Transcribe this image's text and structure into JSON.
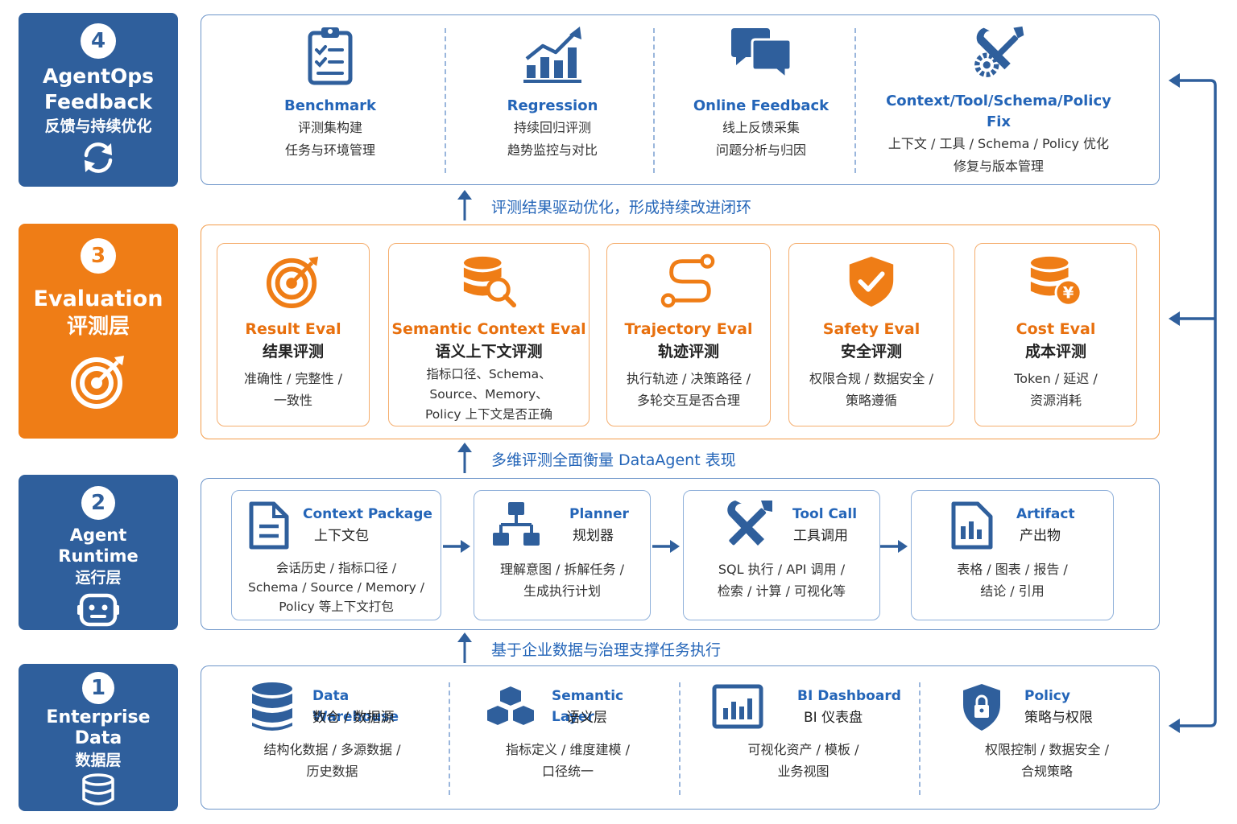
{
  "layers": {
    "l4": {
      "num": "4",
      "title_en_1": "AgentOps",
      "title_en_2": "Feedback",
      "title_zh": "反馈与持续优化"
    },
    "l3": {
      "num": "3",
      "title_en": "Evaluation",
      "title_zh": "评测层"
    },
    "l2": {
      "num": "2",
      "title_en_1": "Agent",
      "title_en_2": "Runtime",
      "title_zh": "运行层"
    },
    "l1": {
      "num": "1",
      "title_en_1": "Enterprise",
      "title_en_2": "Data",
      "title_zh": "数据层"
    }
  },
  "feedback": [
    {
      "title": "Benchmark",
      "line1": "评测集构建",
      "line2": "任务与环境管理"
    },
    {
      "title": "Regression",
      "line1": "持续回归评测",
      "line2": "趋势监控与对比"
    },
    {
      "title": "Online Feedback",
      "line1": "线上反馈采集",
      "line2": "问题分析与归因"
    },
    {
      "title": "Context/Tool/Schema/Policy Fix",
      "line1": "上下文 / 工具 / Schema / Policy 优化",
      "line2": "修复与版本管理"
    }
  ],
  "captions": {
    "c1": "评测结果驱动优化，形成持续改进闭环",
    "c2": "多维评测全面衡量 DataAgent 表现",
    "c3": "基于企业数据与治理支撑任务执行"
  },
  "evaluation": [
    {
      "title": "Result Eval",
      "zh": "结果评测",
      "line1": "准确性 / 完整性 /",
      "line2": "一致性"
    },
    {
      "title": "Semantic Context Eval",
      "zh": "语义上下文评测",
      "line1": "指标口径、Schema、",
      "line2": "Source、Memory、",
      "line3": "Policy 上下文是否正确"
    },
    {
      "title": "Trajectory Eval",
      "zh": "轨迹评测",
      "line1": "执行轨迹 / 决策路径 /",
      "line2": "多轮交互是否合理"
    },
    {
      "title": "Safety Eval",
      "zh": "安全评测",
      "line1": "权限合规 / 数据安全 /",
      "line2": "策略遵循"
    },
    {
      "title": "Cost Eval",
      "zh": "成本评测",
      "line1": "Token / 延迟 /",
      "line2": "资源消耗",
      "icon_badge": "¥"
    }
  ],
  "runtime": [
    {
      "title": "Context Package",
      "zh": "上下文包",
      "line1": "会话历史 / 指标口径 /",
      "line2": "Schema / Source / Memory /",
      "line3": "Policy 等上下文打包"
    },
    {
      "title": "Planner",
      "zh": "规划器",
      "line1": "理解意图 / 拆解任务 /",
      "line2": "生成执行计划"
    },
    {
      "title": "Tool Call",
      "zh": "工具调用",
      "line1": "SQL 执行 / API 调用 /",
      "line2": "检索 / 计算 / 可视化等"
    },
    {
      "title": "Artifact",
      "zh": "产出物",
      "line1": "表格 / 图表 / 报告 /",
      "line2": "结论 / 引用"
    }
  ],
  "data": [
    {
      "title": "Data Warehouse",
      "zh": "数仓 / 数据源",
      "line1": "结构化数据 / 多源数据 /",
      "line2": "历史数据"
    },
    {
      "title": "Semantic Layer",
      "zh": "语义层",
      "line1": "指标定义 / 维度建模 /",
      "line2": "口径统一"
    },
    {
      "title": "BI Dashboard",
      "zh": "BI 仪表盘",
      "line1": "可视化资产 / 模板 /",
      "line2": "业务视图"
    },
    {
      "title": "Policy",
      "zh": "策略与权限",
      "line1": "权限控制 / 数据安全 /",
      "line2": "合规策略"
    }
  ],
  "colors": {
    "blue": "#2f5f9c",
    "orange": "#ef7d16",
    "text_blue": "#2465b8",
    "text_orange": "#e8700e"
  }
}
